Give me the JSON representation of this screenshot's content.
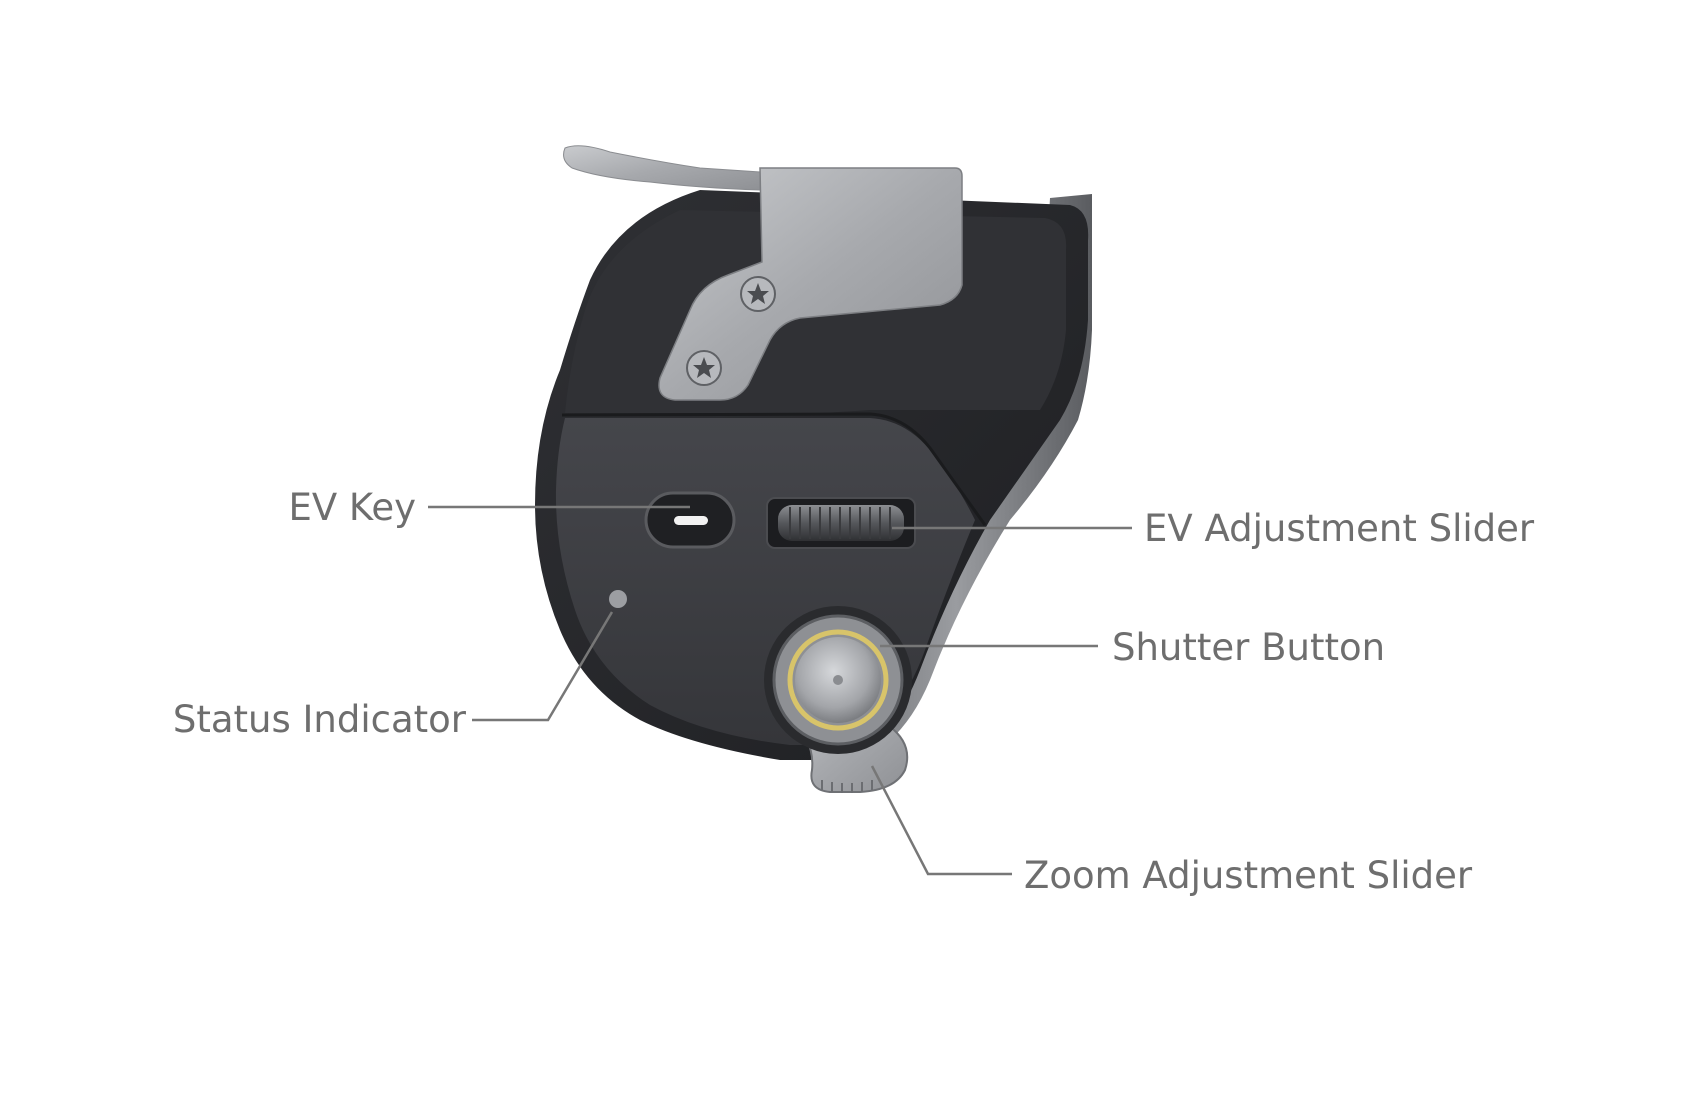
{
  "callouts": {
    "ev_key": "EV Key",
    "status_indicator": "Status Indicator",
    "ev_adjustment_slider": "EV Adjustment Slider",
    "shutter_button": "Shutter Button",
    "zoom_adjustment_slider": "Zoom Adjustment Slider"
  },
  "colors": {
    "background": "#ffffff",
    "body_dark": "#2b2c2f",
    "body_panel": "#3b3c40",
    "metal": "#a9abae",
    "label_text": "#6e6e6e",
    "leader_line": "#777777",
    "shutter_ring": "#d8c46a"
  }
}
